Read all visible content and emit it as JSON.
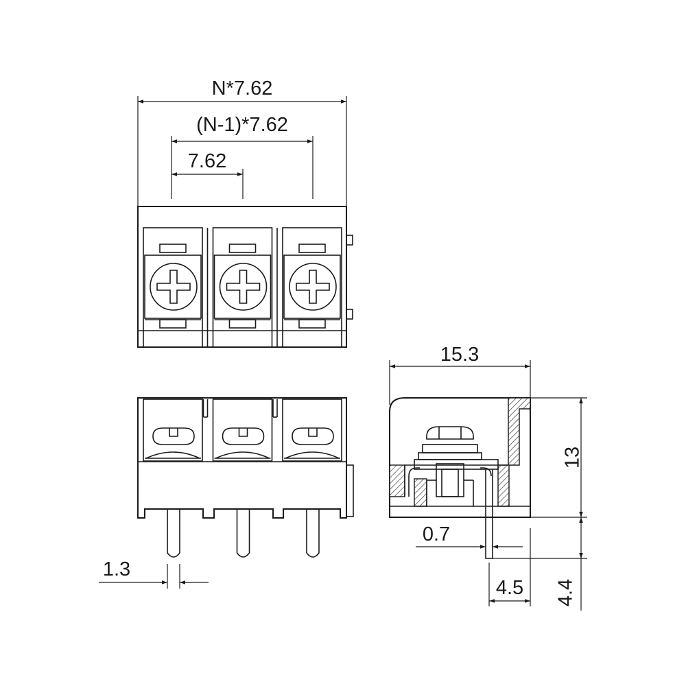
{
  "drawing": {
    "top_view": {
      "terminal_count": 3,
      "dim_total": "N*7.62",
      "dim_span": "(N-1)*7.62",
      "dim_pitch": "7.62"
    },
    "front_view": {
      "pin_count": 3,
      "dim_pin_width": "1.3"
    },
    "side_view": {
      "dim_depth": "15.3",
      "dim_height": "13",
      "dim_pin_thickness": "0.7",
      "dim_pin_offset": "4.5",
      "dim_pin_length": "4.4"
    }
  }
}
